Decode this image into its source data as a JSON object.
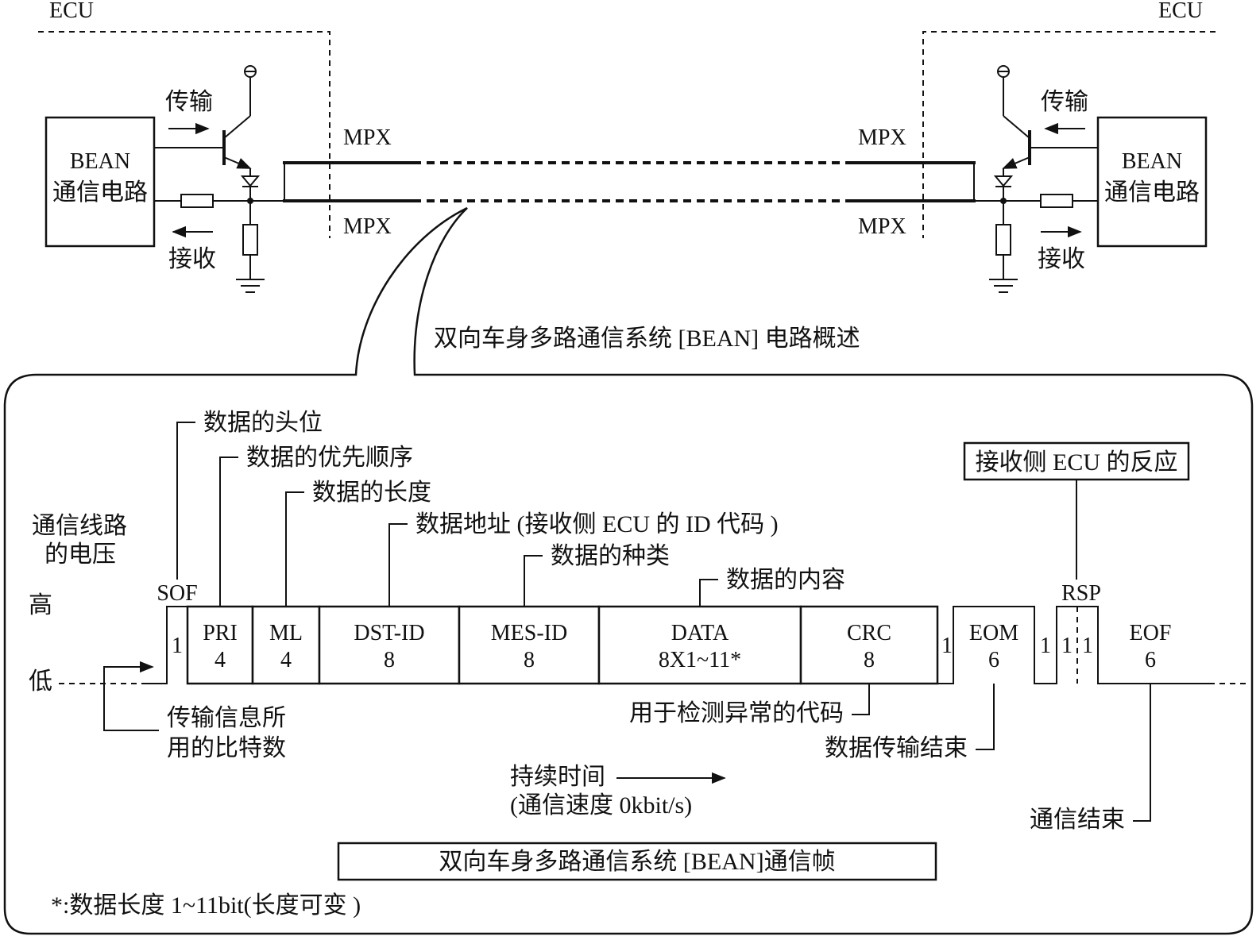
{
  "circuit": {
    "ecu_label_left": "ECU",
    "ecu_label_right": "ECU",
    "bean_left": [
      "BEAN",
      "通信电路"
    ],
    "bean_right": [
      "BEAN",
      "通信电路"
    ],
    "transmit_left": "传输",
    "receive_left": "接收",
    "transmit_right": "传输",
    "receive_right": "接收",
    "mpx_top_left": "MPX",
    "mpx_bottom_left": "MPX",
    "mpx_top_right": "MPX",
    "mpx_bottom_right": "MPX",
    "caption": "双向车身多路通信系统 [BEAN] 电路概述"
  },
  "frame": {
    "voltage_label": [
      "通信线路",
      "的电压"
    ],
    "high_label": "高",
    "low_label": "低",
    "sof_label": "SOF",
    "rsp_label": "RSP",
    "fields": [
      {
        "name": "PRI",
        "bits": "4"
      },
      {
        "name": "ML",
        "bits": "4"
      },
      {
        "name": "DST-ID",
        "bits": "8"
      },
      {
        "name": "MES-ID",
        "bits": "8"
      },
      {
        "name": "DATA",
        "bits": "8X1~11*"
      },
      {
        "name": "CRC",
        "bits": "8"
      },
      {
        "name": "EOM",
        "bits": "6"
      },
      {
        "name": "EOF",
        "bits": "6"
      }
    ],
    "single_bits": {
      "sof": "1",
      "after_crc": "1",
      "after_eom": "1",
      "rsp_a": "1",
      "rsp_b": "1"
    },
    "annotations": {
      "sof": "数据的头位",
      "pri": "数据的优先顺序",
      "ml": "数据的长度",
      "dst": "数据地址 (接收侧 ECU 的 ID 代码 )",
      "mes": "数据的种类",
      "data": "数据的内容",
      "rsp": "接收侧 ECU 的反应",
      "crc": "用于检测异常的代码",
      "eom": "数据传输结束",
      "eof": "通信结束",
      "bits": [
        "传输信息所",
        "用的比特数"
      ]
    },
    "duration": [
      "持续时间",
      "(通信速度 0kbit/s)"
    ],
    "title": "双向车身多路通信系统 [BEAN]通信帧",
    "footnote": "*:数据长度 1~11bit(长度可变 )"
  }
}
